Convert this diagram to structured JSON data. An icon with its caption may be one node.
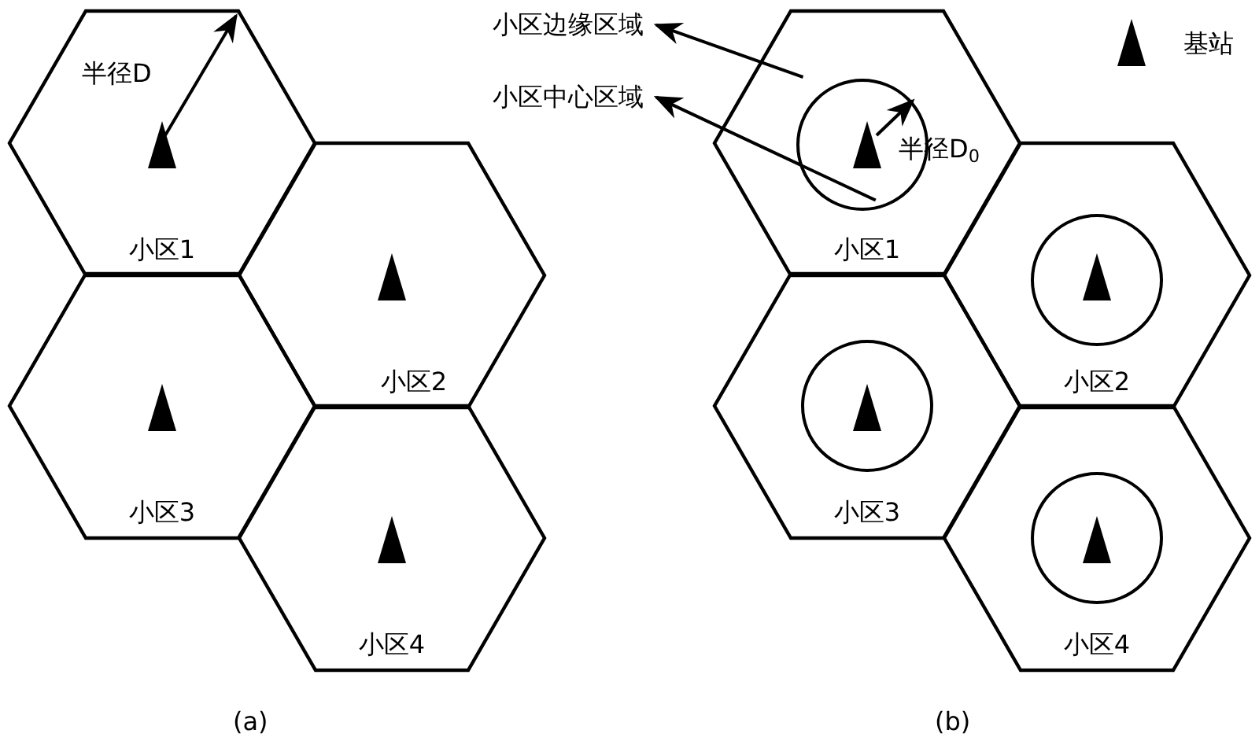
{
  "diagram": {
    "nodes": [
      {
        "text": [
          "小区1"
        ]
      },
      {
        "text": [
          "小区2"
        ]
      },
      {
        "text": [
          "小区3"
        ]
      },
      {
        "text": [
          "小区4"
        ]
      },
      {
        "text": [
          "小区边缘区域"
        ]
      },
      {
        "text": [
          "小区中心区域"
        ]
      },
      {
        "text": [
          "小区1"
        ]
      },
      {
        "text": [],
        "shape": "circle",
        "in": 6
      },
      {
        "text": [
          "小区2"
        ]
      },
      {
        "text": [],
        "shape": "circle",
        "in": 8
      },
      {
        "text": [
          "小区3"
        ]
      },
      {
        "text": [],
        "shape": "circle",
        "in": 10
      },
      {
        "text": [
          "小区4"
        ]
      },
      {
        "text": [],
        "shape": "circle",
        "in": 12
      }
    ],
    "edges": [
      {
        "from": 6,
        "to": 4,
        "arrow": "to"
      },
      {
        "from": 7,
        "to": 5,
        "arrow": "to"
      }
    ],
    "labels": [
      "半径D",
      "半径D$_{0}$",
      "(a)",
      "(b)"
    ],
    "legend": [
      {
        "text": "基站"
      }
    ]
  }
}
